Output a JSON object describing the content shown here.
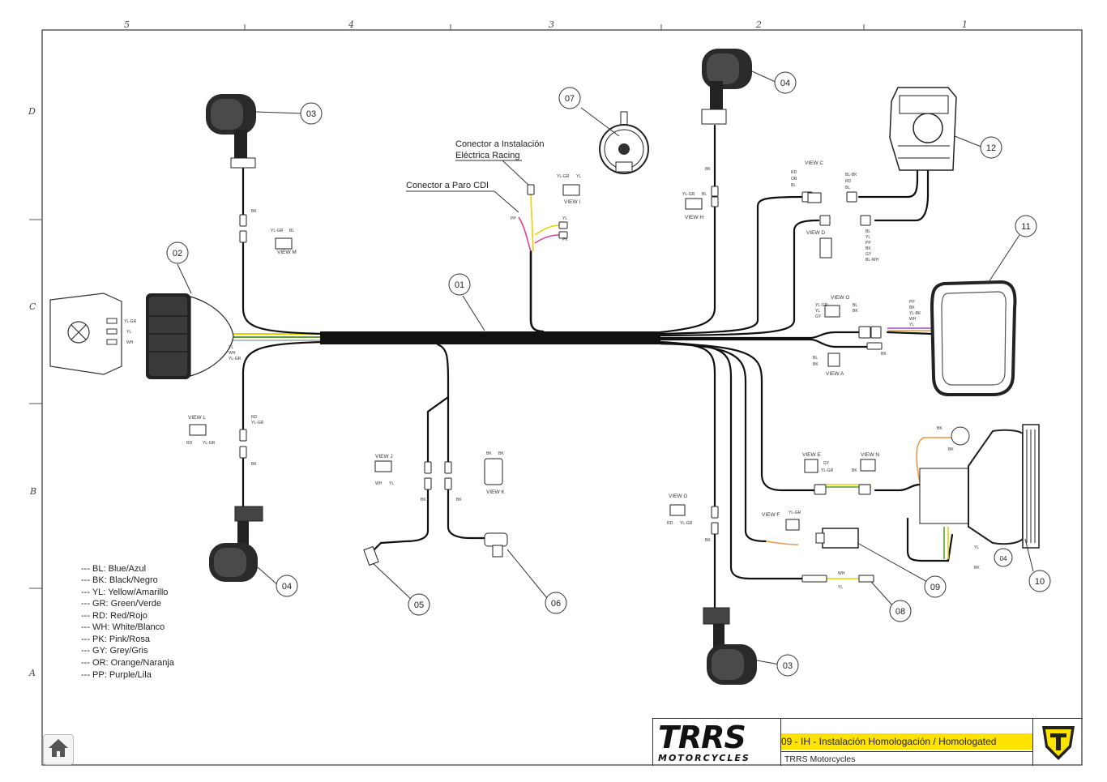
{
  "zones": {
    "columns": [
      "5",
      "4",
      "3",
      "2",
      "1"
    ],
    "rows": [
      "D",
      "C",
      "B",
      "A"
    ]
  },
  "callouts": [
    "01",
    "02",
    "03",
    "03",
    "04",
    "04",
    "04",
    "05",
    "06",
    "07",
    "08",
    "09",
    "10",
    "11",
    "12"
  ],
  "notes": {
    "racing_connector_line1": "Conector a Instalación",
    "racing_connector_line2": "Eléctrica Racing",
    "cdi_connector": "Conector a Paro CDI"
  },
  "views": {
    "view_a": "VIEW A",
    "view_c": "VIEW C",
    "view_d": "VIEW D",
    "view_e": "VIEW E",
    "view_f": "VIEW F",
    "view_g": "VIEW G",
    "view_h": "VIEW H",
    "view_i": "VIEW I",
    "view_j": "VIEW J",
    "view_k": "VIEW K",
    "view_l": "VIEW L",
    "view_m": "VIEW M",
    "view_n": "VIEW N",
    "view_o": "VIEW O"
  },
  "wire_labels": {
    "bk": "BK",
    "bl": "BL",
    "yl": "YL",
    "rd": "RD",
    "wh": "WH",
    "gy": "GY",
    "pk": "PK",
    "pp": "PP",
    "or": "OR",
    "yl_gr": "YL-GR",
    "bl_bk": "BL-BK",
    "bl_wh": "BL-WH",
    "yl_bk": "YL-BK"
  },
  "legend": [
    "--- BL: Blue/Azul",
    "--- BK: Black/Negro",
    "--- YL: Yellow/Amarillo",
    "--- GR: Green/Verde",
    "--- RD: Red/Rojo",
    "--- WH: White/Blanco",
    "--- PK: Pink/Rosa",
    "--- GY: Grey/Gris",
    "--- OR: Orange/Naranja",
    "--- PP: Purple/Lila"
  ],
  "title_block": {
    "brand": "TRRS",
    "brand_sub": "MOTORCYCLES",
    "title": "09 - IH - Instalación Homologación / Homologated",
    "company": "TRRS Motorcycles"
  },
  "colors": {
    "harness": "#111111",
    "title_highlight": "#ffe300",
    "wire_yellow": "#e6d200",
    "wire_green": "#5aa02c",
    "wire_pink": "#e0409a",
    "wire_orange": "#e69a40",
    "wire_purple": "#9a4ad0"
  },
  "icons": {
    "home": "home-icon",
    "emblem": "trrs-emblem-icon"
  }
}
